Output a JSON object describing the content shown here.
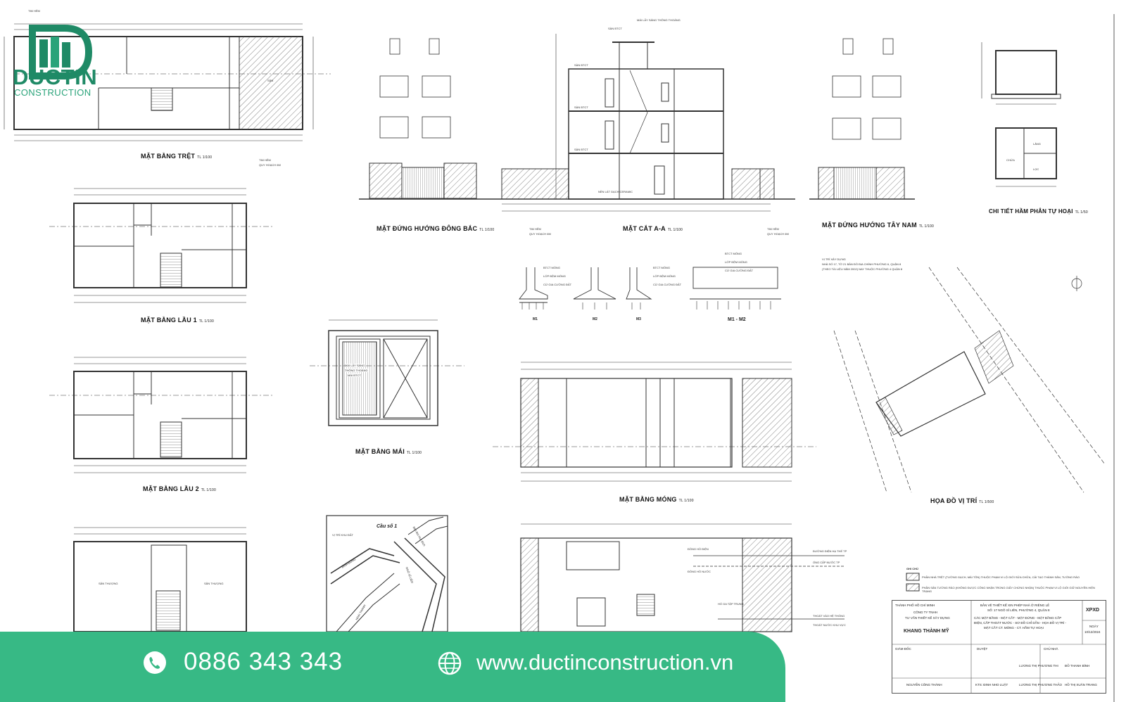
{
  "brand": {
    "name": "DUCTIN",
    "tagline": "CONSTRUCTION",
    "color_primary": "#1f8a66",
    "color_accent": "#37b985"
  },
  "drawings": {
    "ground_floor": {
      "title": "MẶT BẰNG TRỆT",
      "scale": "TL 1/100"
    },
    "floor1": {
      "title": "MẶT BẰNG LẦU 1",
      "scale": "TL 1/100"
    },
    "floor2": {
      "title": "MẶT BẰNG LẦU 2",
      "scale": "TL 1/100"
    },
    "roof": {
      "title": "MẶT BẰNG MÁI",
      "scale": "TL 1/100"
    },
    "elev_ne": {
      "title": "MẶT ĐỨNG HƯỚNG ĐÔNG BẮC",
      "scale": "TL 1/100"
    },
    "section": {
      "title": "MẶT CẮT A-A",
      "scale": "TL 1/100"
    },
    "elev_sw": {
      "title": "MẶT ĐỨNG HƯỚNG TÂY NAM",
      "scale": "TL 1/100"
    },
    "septic": {
      "title": "CHI TIẾT HẦM PHÂN TỰ HOẠI",
      "scale": "TL 1/50"
    },
    "foundation": {
      "title": "MẶT BẰNG MÓNG",
      "scale": "TL 1/100"
    },
    "site": {
      "title": "HỌA ĐỒ VỊ TRÍ",
      "scale": "TL 1/500"
    }
  },
  "annotations": {
    "tim_hem": "TIM HẺM",
    "quy_hoach": "QUY HOẠCH 6M",
    "san": "SÂN",
    "san_btct": "SÀN BTCT",
    "mai_lay_sang": "MÁI LẤY SÁNG THÔNG THOÁNG",
    "nen_lat": "NỀN LÁT GẠCH CERAMIC",
    "mai_lay_sang_roof_1": "MÁI LẤY SÁNG",
    "mai_lay_sang_roof_2": "THÔNG THOÁNG",
    "mai_lay_sang_roof_3": "MÁI BTCT",
    "btct_mong": "BTCT MÓNG",
    "lop_dem_mong": "LỚP ĐỆM MÓNG",
    "cu_gia_co": "CỪ GIA CƯỜNG ĐẤT",
    "m1": "M1",
    "m2": "M2",
    "m3": "M3",
    "m1_m2": "M1 - M2",
    "chua": "CHỨA",
    "lang": "LẮNG",
    "loc": "LỌC",
    "san_thuong": "SÂN THƯỢNG",
    "cau_so1": "Cầu số 1",
    "vi_tri_khu_dat": "VỊ TRÍ KHU ĐẤT",
    "binh_dong": "BÌNH ĐÔNG",
    "hoai_thanh": "HOÀI THANH",
    "ben_bui": "Bến Bùi Huy Bích",
    "ngo_si_lien": "NGÔ SĨ LIÊN",
    "duong_dien": "ĐƯỜNG ĐIỆN HẠ THẾ TP",
    "ong_cap_nuoc": "ỐNG CẤP NƯỚC TP",
    "thoat_vao": "THOÁT VÀO HỆ THỐNG",
    "thoat_nuoc": "THOÁT NƯỚC KHU VỰC",
    "dong_ho_dien": "ĐỒNG HỒ ĐIỆN",
    "dong_ho_nuoc": "ĐỒNG HỒ NƯỚC",
    "ho_ga": "HỐ GA TẬP TRUNG",
    "site_note_1": "VỊ TRÍ XÂY DỰNG",
    "site_note_2": "NHÀ SỐ 17, TỜ 21 BẢN ĐỒ ĐỊA CHÍNH PHƯỜNG 6, QUẬN 8",
    "site_note_3": "(THEO TÀI LIỆU NĂM 2002) NAY THUỘC PHƯỜNG 4 QUẬN 8",
    "ghi_chu": "GHI CHÚ",
    "legend1": "PHẦN NHÀ TRỆT (TƯỜNG GẠCH, MÁI TÔN) THUỘC PHẠM VI LỘ GIỚI SỬA CHỮA, CẢI TẠO THÀNH SÂN, TƯỜNG RÀO",
    "legend2": "PHẦN SÂN TƯỜNG RÀO (KHÔNG ĐƯỢC CÔNG NHẬN TRONG GIẤY CHỨNG NHẬN) THUỘC PHẠM VI LỘ GIỚI GIỮ NGUYÊN HIỆN TRẠNG"
  },
  "title_block": {
    "city": "THÀNH PHỐ HỒ CHÍ MINH",
    "company1": "CÔNG TY TNHH",
    "company2": "TƯ VẤN THIẾT KẾ XÂY DỰNG",
    "company_name": "KHANG THÀNH MỸ",
    "project": "BẢN VẼ THIẾT KẾ XIN PHÉP NHÀ Ở RIÊNG LẺ",
    "address": "SỐ: 17 NGÔ SĨ LIÊN, PHƯỜNG 4, QUẬN 8",
    "content1": "CÁC MẶT BẰNG - MẶT CẮT - MẶT ĐỨNG - MẶT BẰNG CẤP",
    "content2": "ĐIỆN, CẤP THOÁT NƯỚC - SƠ ĐỒ CHỈ DẪN - HỌA ĐỒ VỊ TRÍ -",
    "content3": "MẶT CẮT CT. MÓNG - CT. HẦM TỰ HOẠI",
    "code": "XPXD",
    "date_label": "NGÀY",
    "date": "10/12/2024",
    "director": "GIÁM ĐỐC",
    "duyet": "DUYỆT",
    "chu_nha": "CHỦ NHÀ",
    "designer1": "LƯƠNG THỊ PHƯƠNG THI",
    "designer2": "ĐỖ THANH BÌNH",
    "sign1": "NGUYỄN CÔNG THÀNH",
    "sign2": "KTS: ĐINH NHO LUẬT",
    "sign3": "LƯƠNG THỊ PHƯƠNG THẢO",
    "sign4": "HỒ THỊ XUÂN TRANG"
  },
  "contact": {
    "phone": "0886 343 343",
    "website": "www.ductinconstruction.vn",
    "phone_icon": "phone-icon",
    "web_icon": "globe-icon"
  }
}
